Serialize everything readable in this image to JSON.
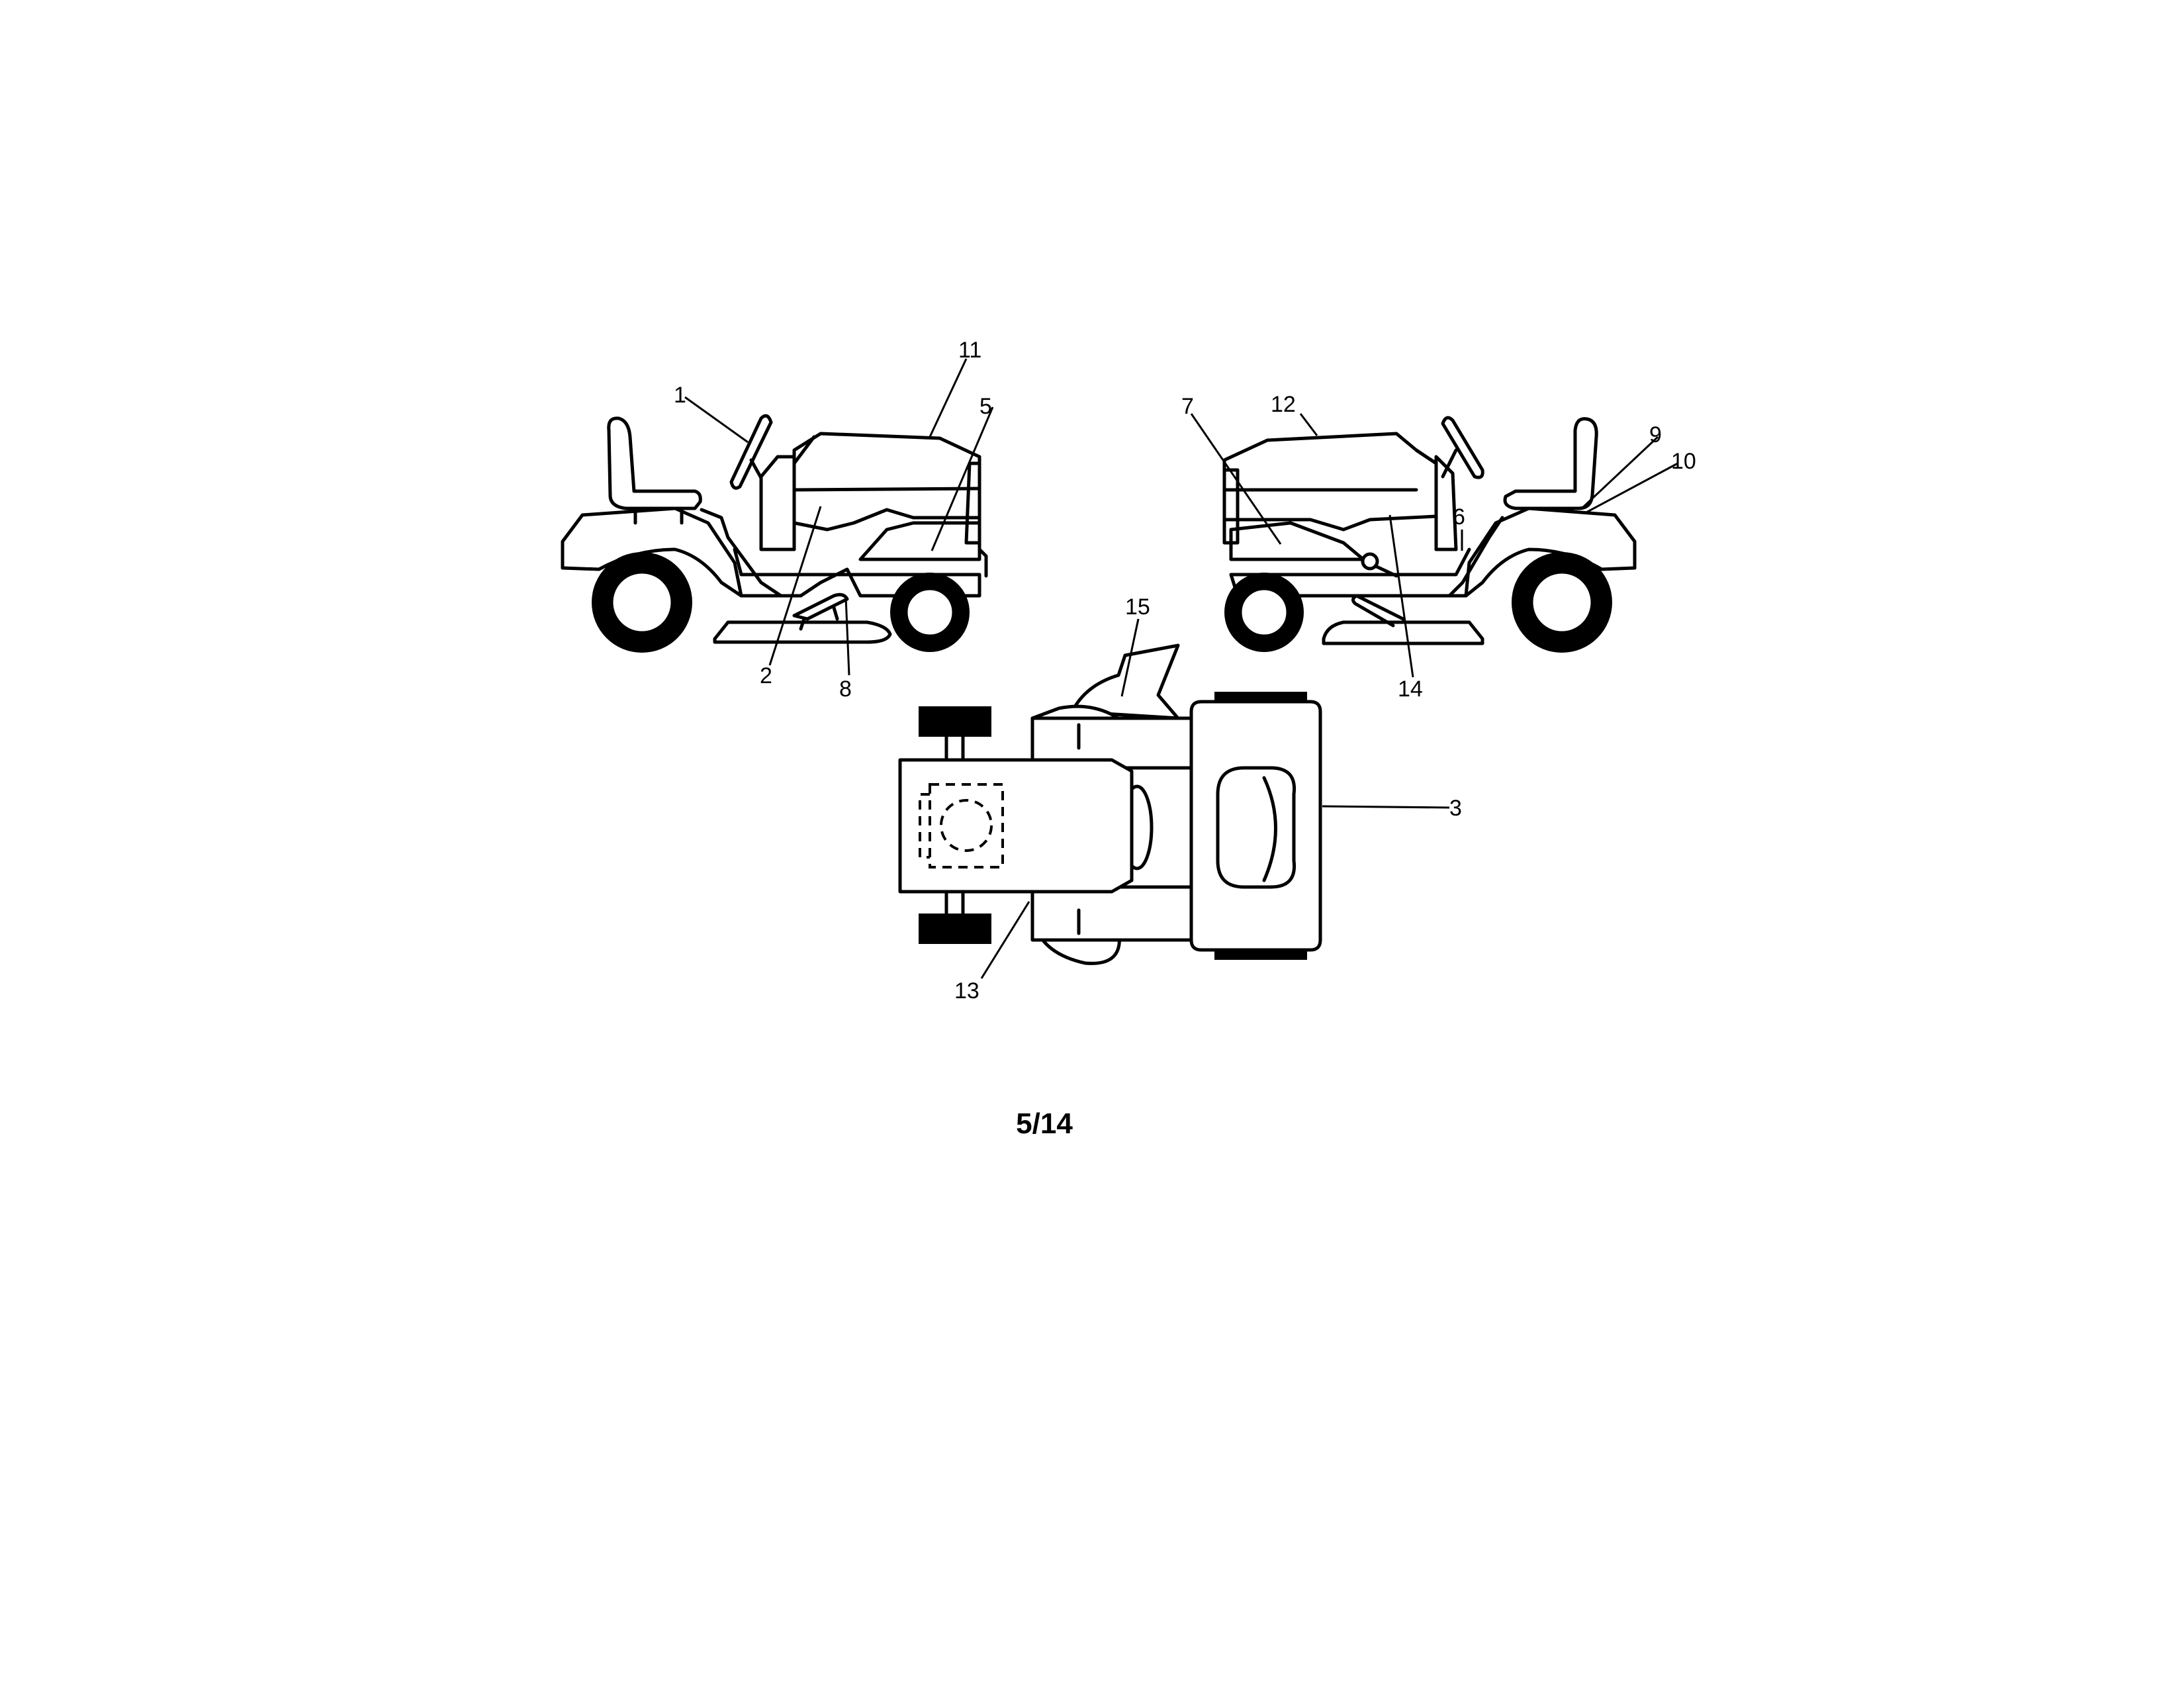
{
  "callouts": {
    "c1": "1",
    "c2": "2",
    "c3": "3",
    "c5": "5",
    "c6": "6",
    "c7": "7",
    "c8": "8",
    "c9": "9",
    "c10": "10",
    "c11": "11",
    "c12": "12",
    "c13": "13",
    "c14": "14",
    "c15": "15"
  },
  "page_indicator": "5/14"
}
